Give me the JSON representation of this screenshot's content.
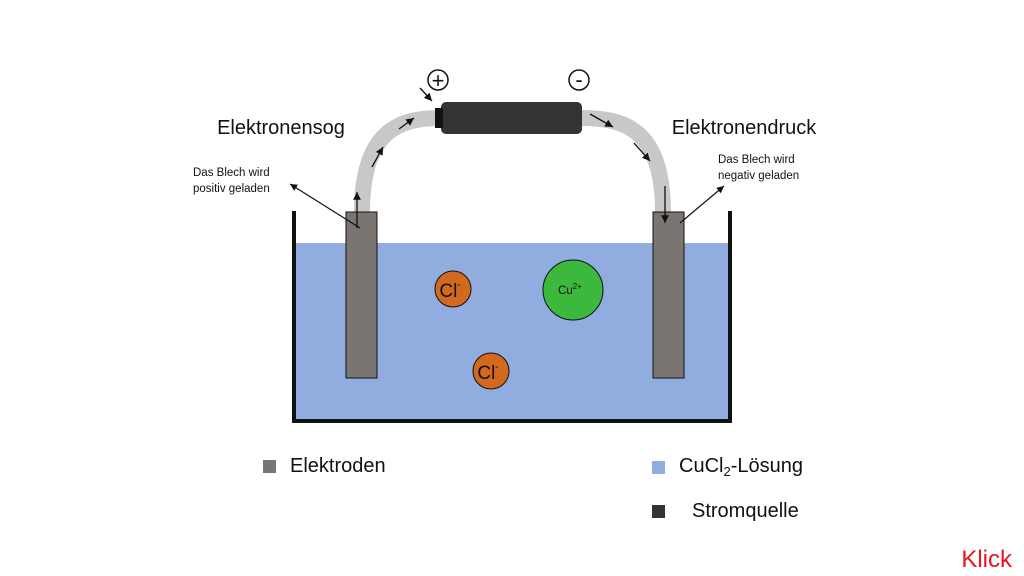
{
  "labels": {
    "plus": "+",
    "minus": "-",
    "left_heading": "Elektronensog",
    "right_heading": "Elektronendruck",
    "left_note_line1": "Das Blech wird",
    "left_note_line2": "positiv geladen",
    "right_note_line1": "Das Blech wird",
    "right_note_line2": "negativ geladen"
  },
  "ions": {
    "chloride_symbol": "Cl",
    "chloride_charge": "-",
    "copper_symbol": "Cu",
    "copper_charge": "2+"
  },
  "legend": {
    "electrodes": "Elektroden",
    "solution_prefix": "CuCl",
    "solution_subscript": "2",
    "solution_suffix": "-Lösung",
    "power_source": "Stromquelle"
  },
  "klick_label": "Klick",
  "colors": {
    "electrode": "#7a7570",
    "solution": "#91acdf",
    "power_source": "#333333",
    "wire": "#c8c8c8",
    "chloride_ion": "#d2691e",
    "copper_ion": "#3cb83c",
    "klick": "#e8131c"
  }
}
